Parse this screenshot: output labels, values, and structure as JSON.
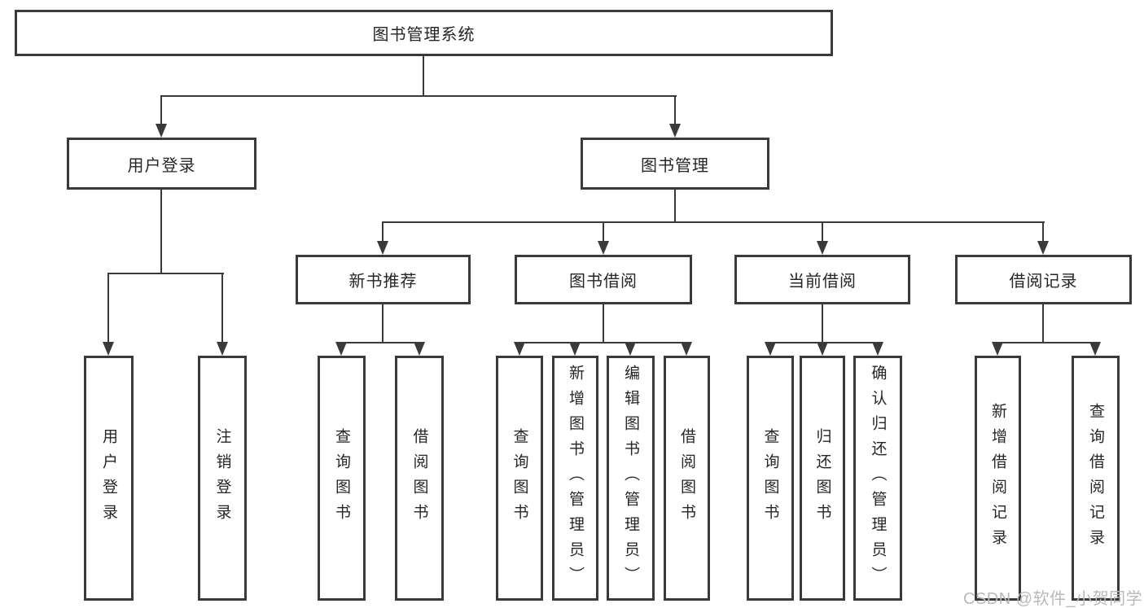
{
  "colors": {
    "line": "#3a3a3a",
    "text": "#262626",
    "box_background": "#ffffff",
    "watermark": "#b9b9b9"
  },
  "watermark": {
    "text": "CSDN @软件_小贺同学"
  },
  "diagram": {
    "root": {
      "label": "图书管理系统",
      "children": [
        {
          "label": "用户登录",
          "children": [
            {
              "label": "用户登录"
            },
            {
              "label": "注销登录"
            }
          ]
        },
        {
          "label": "图书管理",
          "children": [
            {
              "label": "新书推荐",
              "children": [
                {
                  "label": "查询图书"
                },
                {
                  "label": "借阅图书"
                }
              ]
            },
            {
              "label": "图书借阅",
              "children": [
                {
                  "label": "查询图书"
                },
                {
                  "label": "新增图书（管理员）"
                },
                {
                  "label": "编辑图书（管理员）"
                },
                {
                  "label": "借阅图书"
                }
              ]
            },
            {
              "label": "当前借阅",
              "children": [
                {
                  "label": "查询图书"
                },
                {
                  "label": "归还图书"
                },
                {
                  "label": "确认归还（管理员）"
                }
              ]
            },
            {
              "label": "借阅记录",
              "children": [
                {
                  "label": "新增借阅记录"
                },
                {
                  "label": "查询借阅记录"
                }
              ]
            }
          ]
        }
      ]
    }
  }
}
